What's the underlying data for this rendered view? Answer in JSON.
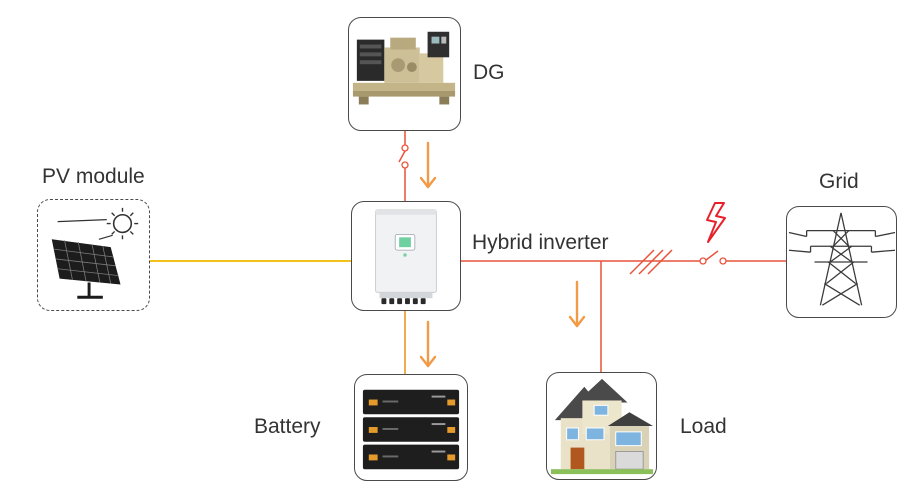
{
  "labels": {
    "dg": "DG",
    "pv": "PV module",
    "grid": "Grid",
    "inverter": "Hybrid inverter",
    "battery": "Battery",
    "load": "Load"
  },
  "colors": {
    "ac_line": "#e8533b",
    "dc_line": "#f2c21a",
    "battery_line": "#f0a03c",
    "flow_arrow": "#f29a45",
    "fault_bolt": "#e8202a",
    "border": "#4a4a4a"
  }
}
